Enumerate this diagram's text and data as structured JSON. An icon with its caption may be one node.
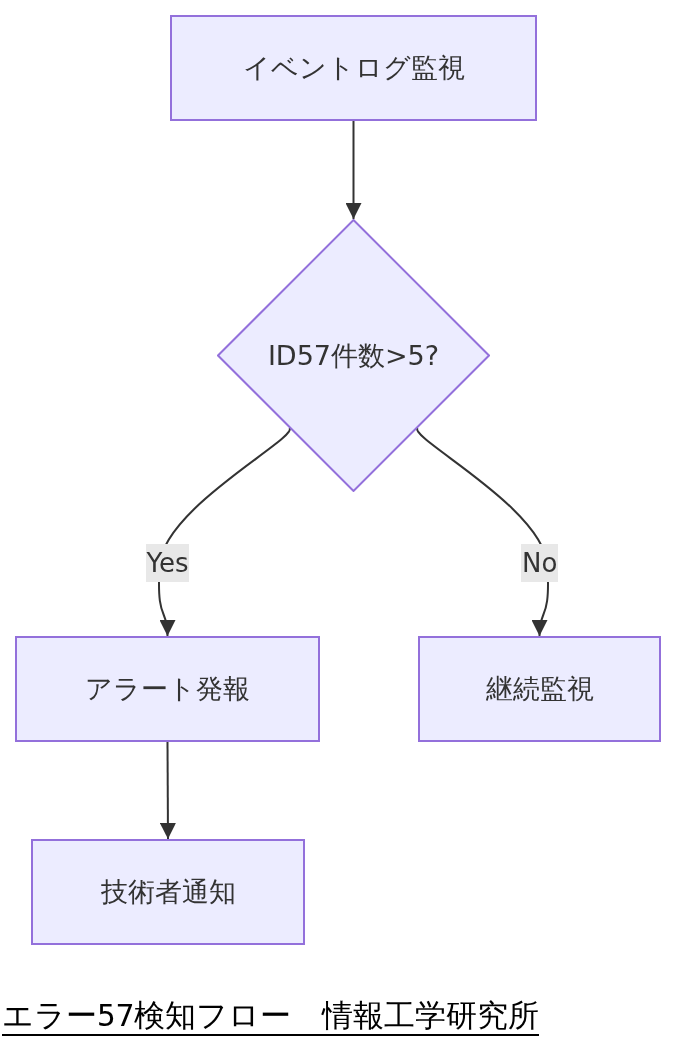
{
  "diagram": {
    "caption": "エラー57検知フロー　情報工学研究所",
    "nodes": [
      {
        "text": [
          "イベントログ監視"
        ]
      },
      {
        "text": [
          "ID57件数>5?"
        ]
      },
      {
        "text": [
          "アラート発報"
        ]
      },
      {
        "text": [
          "継続監視"
        ]
      },
      {
        "text": [
          "技術者通知"
        ]
      }
    ],
    "edges": [
      {
        "from": 0,
        "to": 1,
        "arrow": "to"
      },
      {
        "from": 1,
        "to": 2,
        "arrow": "to",
        "label": "Yes"
      },
      {
        "from": 1,
        "to": 3,
        "arrow": "to",
        "label": "No"
      },
      {
        "from": 2,
        "to": 4,
        "arrow": "to"
      }
    ]
  }
}
